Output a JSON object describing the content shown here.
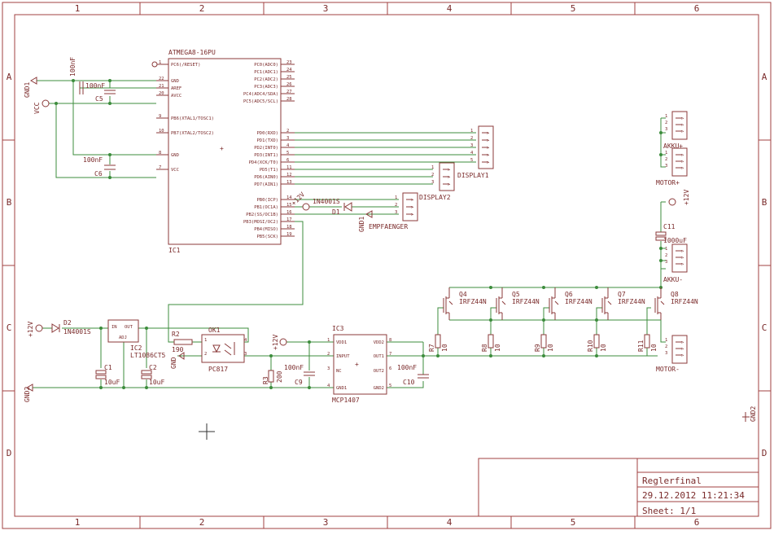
{
  "zones": {
    "columns": [
      "1",
      "2",
      "3",
      "4",
      "5",
      "6"
    ],
    "rows": [
      "A",
      "B",
      "C",
      "D"
    ]
  },
  "title_block": {
    "name": "Reglerfinal",
    "date": "29.12.2012 11:21:34",
    "sheet": "Sheet: 1/1"
  },
  "ic1": {
    "name": "IC1",
    "value": "ATMEGA8-16PU",
    "left_pins": [
      {
        "name": "PC6(/RESET)",
        "num": "1"
      },
      {
        "name": "GND",
        "num": "22"
      },
      {
        "name": "AREF",
        "num": "21"
      },
      {
        "name": "AVCC",
        "num": "20"
      },
      {
        "name": "PB6(XTAL1/TOSC1)",
        "num": "9"
      },
      {
        "name": "PB7(XTAL2/TOSC2)",
        "num": "10"
      },
      {
        "name": "GND",
        "num": "8"
      },
      {
        "name": "VCC",
        "num": "7"
      }
    ],
    "right_pins": [
      {
        "name": "PC0(ADC0)",
        "num": "23"
      },
      {
        "name": "PC1(ADC1)",
        "num": "24"
      },
      {
        "name": "PC2(ADC2)",
        "num": "25"
      },
      {
        "name": "PC3(ADC3)",
        "num": "26"
      },
      {
        "name": "PC4(ADC4/SDA)",
        "num": "27"
      },
      {
        "name": "PC5(ADC5/SCL)",
        "num": "28"
      },
      {
        "name": "PD0(RXD)",
        "num": "2"
      },
      {
        "name": "PD1(TXD)",
        "num": "3"
      },
      {
        "name": "PD2(INT0)",
        "num": "4"
      },
      {
        "name": "PD3(INT1)",
        "num": "5"
      },
      {
        "name": "PD4(XCK/T0)",
        "num": "6"
      },
      {
        "name": "PD5(T1)",
        "num": "11"
      },
      {
        "name": "PD6(AIN0)",
        "num": "12"
      },
      {
        "name": "PD7(AIN1)",
        "num": "13"
      },
      {
        "name": "PB0(ICP)",
        "num": "14"
      },
      {
        "name": "PB1(OC1A)",
        "num": "15"
      },
      {
        "name": "PB2(SS/OC1B)",
        "num": "16"
      },
      {
        "name": "PB3(MOSI/OC2)",
        "num": "17"
      },
      {
        "name": "PB4(MISO)",
        "num": "18"
      },
      {
        "name": "PB5(SCK)",
        "num": "19"
      }
    ]
  },
  "ic3": {
    "name": "IC3",
    "value": "MCP1407",
    "left_pins": [
      {
        "name": "VDD1",
        "num": "1"
      },
      {
        "name": "INPUT",
        "num": "2"
      },
      {
        "name": "NC",
        "num": "3"
      },
      {
        "name": "GND1",
        "num": "4"
      }
    ],
    "right_pins": [
      {
        "name": "VDD2",
        "num": "8"
      },
      {
        "name": "OUT1",
        "num": "7"
      },
      {
        "name": "OUT2",
        "num": "6"
      },
      {
        "name": "GND2",
        "num": "5"
      }
    ]
  },
  "ic2": {
    "name": "IC2",
    "value": "LT1086CT5",
    "pins": [
      "IN",
      "OUT",
      "ADJ"
    ]
  },
  "ok1": {
    "name": "OK1",
    "value": "PC817",
    "pins": [
      "1",
      "2",
      "3",
      "4"
    ]
  },
  "capacitors": [
    {
      "name": "C5",
      "value": "100nF"
    },
    {
      "name": "C6",
      "value": "100nF"
    },
    {
      "name": "C1",
      "value": "10uF"
    },
    {
      "name": "C2",
      "value": "10uF"
    },
    {
      "name": "C9",
      "value": "100nF"
    },
    {
      "name": "C10",
      "value": "100nF"
    },
    {
      "name": "C11",
      "value": "1000uF"
    }
  ],
  "resistors": [
    {
      "name": "R2",
      "value": "190"
    },
    {
      "name": "R3",
      "value": "200"
    },
    {
      "name": "R7",
      "value": "10"
    },
    {
      "name": "R8",
      "value": "10"
    },
    {
      "name": "R9",
      "value": "10"
    },
    {
      "name": "R10",
      "value": "10"
    },
    {
      "name": "R11",
      "value": "10"
    }
  ],
  "diodes": [
    {
      "name": "D1",
      "value": "1N4001S"
    },
    {
      "name": "D2",
      "value": "1N4001S"
    }
  ],
  "mosfets": [
    {
      "name": "Q4",
      "value": "IRFZ44N"
    },
    {
      "name": "Q5",
      "value": "IRFZ44N"
    },
    {
      "name": "Q6",
      "value": "IRFZ44N"
    },
    {
      "name": "Q7",
      "value": "IRFZ44N"
    },
    {
      "name": "Q8",
      "value": "IRFZ44N"
    }
  ],
  "connectors": [
    {
      "name": "DISPLAY1",
      "pins": [
        "1",
        "2",
        "3",
        "4",
        "5"
      ]
    },
    {
      "name": "DISPLAY2",
      "pins": [
        "1",
        "2",
        "3"
      ]
    },
    {
      "name": "EMPFAENGER",
      "pins": [
        "1",
        "2",
        "3"
      ]
    },
    {
      "name": "AKKU+",
      "pins": [
        "1",
        "2",
        "3"
      ]
    },
    {
      "name": "MOTOR+",
      "pins": [
        "1",
        "2",
        "3"
      ]
    },
    {
      "name": "AKKU-",
      "pins": [
        "1",
        "2",
        "3"
      ]
    },
    {
      "name": "MOTOR-",
      "pins": [
        "1",
        "2",
        "3"
      ]
    }
  ],
  "supply_labels": {
    "gnd1": "GND1",
    "vcc": "VCC",
    "v12": "+12V",
    "gnd2": "GND2",
    "gnd": "GND"
  }
}
